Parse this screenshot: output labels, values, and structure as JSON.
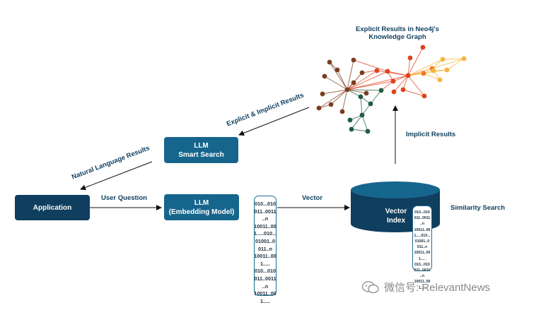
{
  "graph": {
    "title_line1": "Explicit Results in Neo4j's",
    "title_line2": "Knowledge Graph"
  },
  "boxes": {
    "smart_search_line1": "LLM",
    "smart_search_line2": "Smart Search",
    "application": "Application",
    "embedding_line1": "LLM",
    "embedding_line2": "(Embedding Model)",
    "vector_index_line1": "Vector",
    "vector_index_line2": "Index"
  },
  "edge_labels": {
    "explicit_implicit": "Explicit & Implicit Results",
    "natural_language": "Natural Language Results",
    "user_question": "User Question",
    "vector": "Vector",
    "implicit": "Implicit Results",
    "similarity": "Similarity Search"
  },
  "vector_code": [
    "010...010",
    "011..0011",
    "..n",
    "10011..00",
    "1.....010...",
    "01001..0",
    "011..n",
    "10011..00",
    "1.....",
    "010...010",
    "011..0011",
    "..n",
    "10011..00",
    "1....."
  ],
  "index_code": [
    "010...010",
    "011..0011",
    "..n",
    "10011..00",
    "1.....010...",
    "01001..0",
    "011..n",
    "10011..00",
    "1.....",
    "010...010",
    "011..0011",
    "..n",
    "10011..00",
    "1....."
  ],
  "watermark": "微信号: RelevantNews",
  "colors": {
    "dark_box": "#0f3e5e",
    "teal_box": "#16658c",
    "node_brown": "#7a3e1d",
    "node_green": "#1e5a44",
    "node_red": "#e0421c",
    "node_orange": "#f07d1e",
    "node_yellow": "#f6b43c"
  }
}
